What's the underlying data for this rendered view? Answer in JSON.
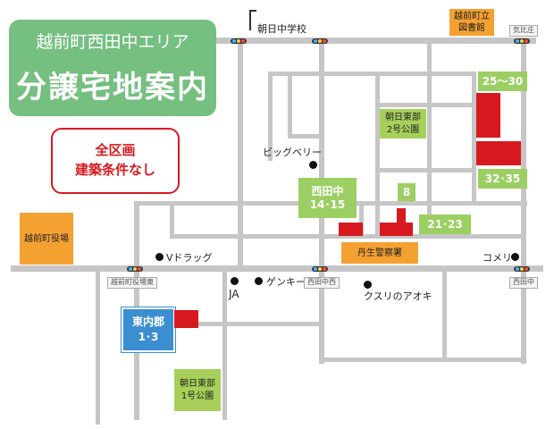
{
  "title": {
    "line1": "越前町西田中エリア",
    "line2": "分譲宅地案内"
  },
  "notice": {
    "line1": "全区画",
    "line2": "建築条件なし"
  },
  "areas": {
    "nishitanaka": {
      "name": "西田中",
      "lots": "14･15"
    },
    "higashiuchi": {
      "name": "東内郡",
      "lots": "1･3"
    },
    "lot_8": "8",
    "lot_21_23": "21･23",
    "lot_25_30": "25～30",
    "lot_32_35": "32･35"
  },
  "facilities": {
    "town_hall": "越前町役場",
    "library": {
      "line1": "越前町立",
      "line2": "図書館"
    },
    "police": "丹生警察署",
    "park_1": {
      "line1": "朝日東部",
      "line2": "1号公園"
    },
    "park_2": {
      "line1": "朝日東部",
      "line2": "2号公園"
    },
    "school": "朝日中学校",
    "bigbelly": "ビッグベリー",
    "vdrug": "Vドラッグ",
    "ja": "JA",
    "genky": "ゲンキー",
    "kusuri": "クスリのアオキ",
    "komeri": "コメリ"
  },
  "intersections": {
    "kehi": "気比庄",
    "higashi": "越前町役場東",
    "nishitanaka_center": "西田中西",
    "nishitanaka": "西田中"
  },
  "colors": {
    "plot": "#d7191f",
    "title_bg": "#75bf80",
    "area_label": "#9bcf63",
    "facility": "#f4a132",
    "park": "#a6d05a",
    "higashiuchi": "#3b8ed0"
  }
}
